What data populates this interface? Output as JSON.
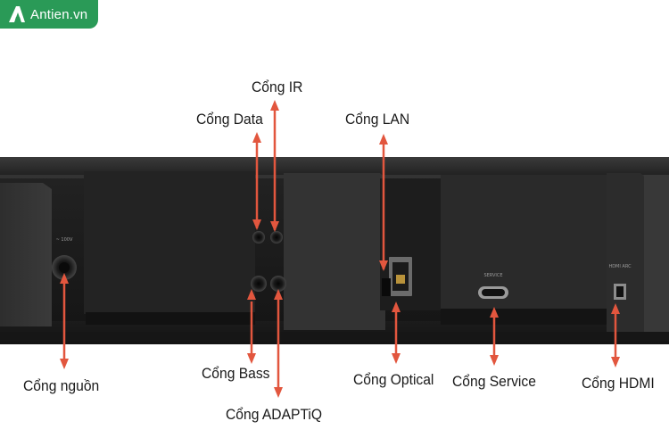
{
  "logo": {
    "text": "Antien.vn",
    "icon": "antien-logo-icon",
    "color": "#2a9a57"
  },
  "labels": {
    "ir": "Cổng IR",
    "data": "Cổng Data",
    "lan": "Cổng LAN",
    "power": "Cổng nguồn",
    "bass": "Cổng Bass",
    "adaptiq": "Cổng ADAPTiQ",
    "optical": "Cổng Optical",
    "service": "Cổng Service",
    "hdmi": "Cổng HDMI"
  },
  "panel_text": {
    "power_mark": "~ 100V",
    "service_mark": "SERVICE",
    "hdmi_mark": "HDMI ARC"
  },
  "colors": {
    "arrow": "#e2563e",
    "device": "#2b2b2b",
    "recess": "#1c1c1c"
  }
}
